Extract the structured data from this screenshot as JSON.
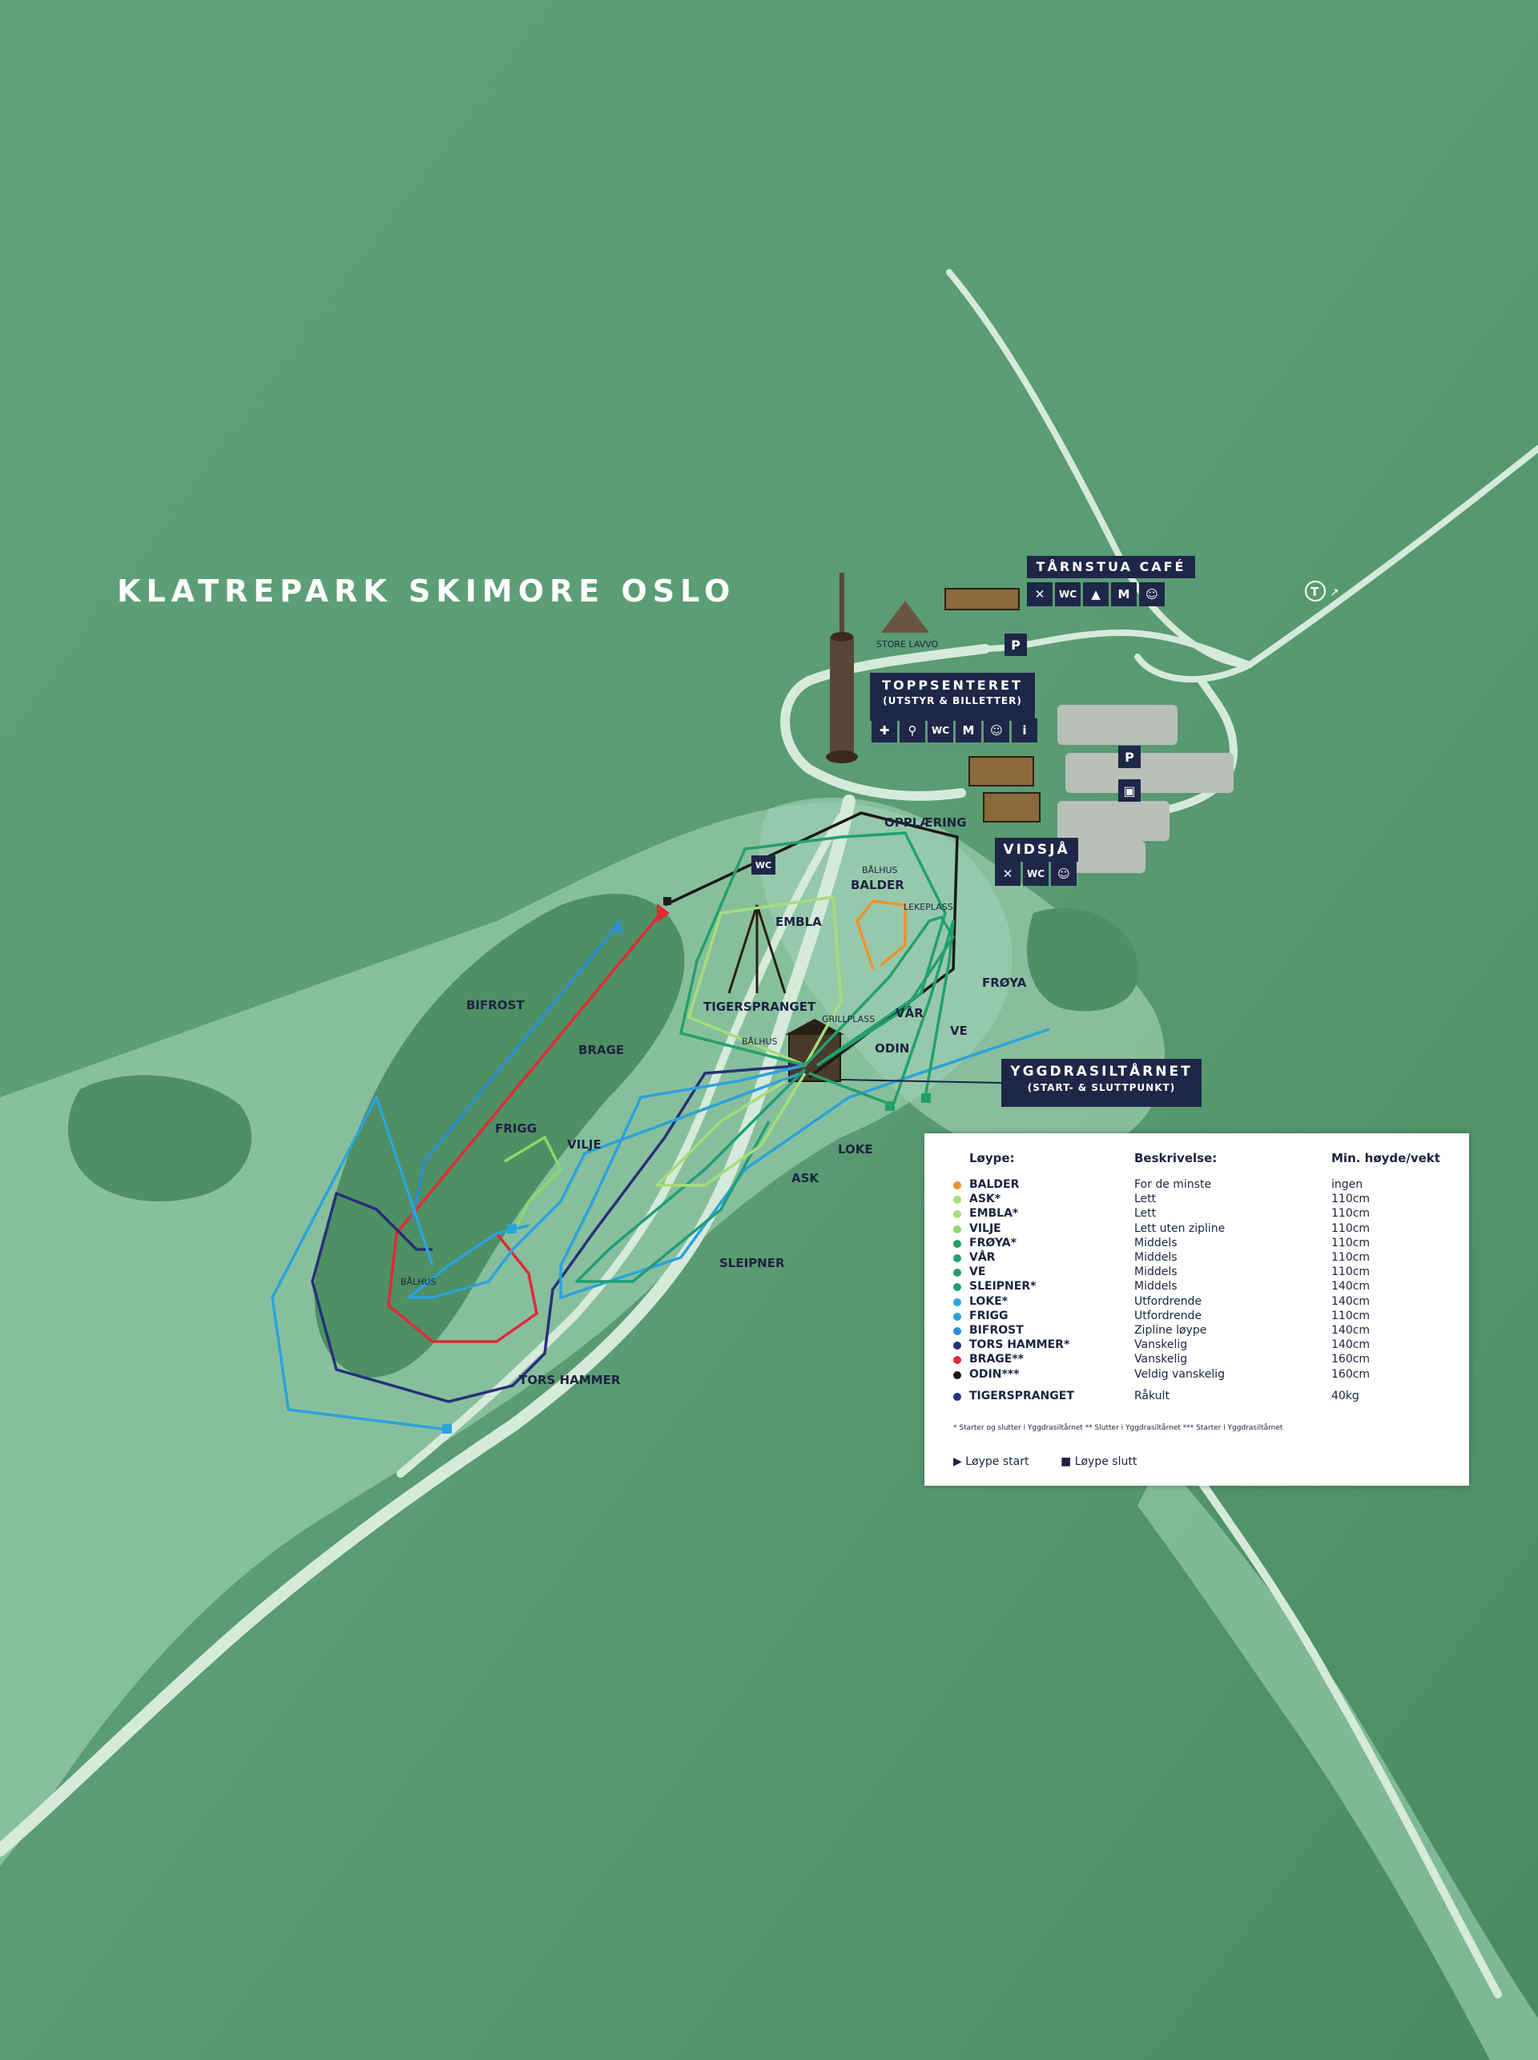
{
  "title": "KLATREPARK SKIMORE OSLO",
  "colors": {
    "background": "#4f9468",
    "valley": "#8fc5a4",
    "forest": "#4e8f63",
    "road": "#d6eadc",
    "navy": "#1f2748"
  },
  "places": {
    "tarnstua": {
      "label": "TÅRNSTUA CAFÉ",
      "icons": [
        "cutlery-icon",
        "wc-icon",
        "tent-icon",
        "m-icon",
        "baby-icon"
      ]
    },
    "toppsenteret": {
      "label": "TOPPSENTERET",
      "sublabel": "(UTSTYR & BILLETTER)",
      "icons": [
        "first-aid-icon",
        "bike-icon",
        "wc-icon",
        "m-icon",
        "baby-icon",
        "info-icon"
      ]
    },
    "vidsja": {
      "label": "VIDSJÅ",
      "icons": [
        "cutlery-icon",
        "wc-icon",
        "baby-icon"
      ]
    },
    "yggdrasil": {
      "label": "YGGDRASILTÅRNET",
      "sublabel": "(START- & SLUTTPUNKT)"
    },
    "store_lavvo": "STORE LAVVO",
    "opplaering": "OPPLÆRING",
    "lekeplass": "LEKEPLASS",
    "grillplass": "GRILLPLASS",
    "balhus": "BÅLHUS",
    "parking": "P",
    "wc": "WC",
    "metro": "T"
  },
  "trail_labels": {
    "bifrost": "BIFROST",
    "brage": "BRAGE",
    "frigg": "FRIGG",
    "vilje": "VILJE",
    "embla": "EMBLA",
    "balder": "BALDER",
    "tigerspranget": "TIGERSPRANGET",
    "var": "VÅR",
    "odin": "ODIN",
    "ve": "VE",
    "froya": "FRØYA",
    "loke": "LOKE",
    "ask": "ASK",
    "sleipner": "SLEIPNER",
    "tors_hammer": "TORS HAMMER"
  },
  "legend": {
    "head_name": "Løype:",
    "head_desc": "Beskrivelse:",
    "head_min": "Min. høyde/vekt",
    "rows": [
      {
        "name": "BALDER",
        "desc": "For de minste",
        "min": "ingen",
        "color": "#f0922b"
      },
      {
        "name": "ASK*",
        "desc": "Lett",
        "min": "110cm",
        "color": "#a8dc7a"
      },
      {
        "name": "EMBLA*",
        "desc": "Lett",
        "min": "110cm",
        "color": "#a8dc7a"
      },
      {
        "name": "VILJE",
        "desc": "Lett uten zipline",
        "min": "110cm",
        "color": "#8fd66b"
      },
      {
        "name": "FRØYA*",
        "desc": "Middels",
        "min": "110cm",
        "color": "#23a06b"
      },
      {
        "name": "VÅR",
        "desc": "Middels",
        "min": "110cm",
        "color": "#23a06b"
      },
      {
        "name": "VE",
        "desc": "Middels",
        "min": "110cm",
        "color": "#23a06b"
      },
      {
        "name": "SLEIPNER*",
        "desc": "Middels",
        "min": "140cm",
        "color": "#1f9e78"
      },
      {
        "name": "LOKE*",
        "desc": "Utfordrende",
        "min": "140cm",
        "color": "#2ba3dc"
      },
      {
        "name": "FRIGG",
        "desc": "Utfordrende",
        "min": "110cm",
        "color": "#2ba3dc"
      },
      {
        "name": "BIFROST",
        "desc": "Zipline løype",
        "min": "140cm",
        "color": "#2a8fd2"
      },
      {
        "name": "TORS HAMMER*",
        "desc": "Vanskelig",
        "min": "140cm",
        "color": "#27307a"
      },
      {
        "name": "BRAGE**",
        "desc": "Vanskelig",
        "min": "160cm",
        "color": "#e02a36"
      },
      {
        "name": "ODIN***",
        "desc": "Veldig vanskelig",
        "min": "160cm",
        "color": "#1a1a1a"
      }
    ],
    "extra": {
      "name": "TIGERSPRANGET",
      "desc": "Råkult",
      "min": "40kg",
      "color": "#27307a"
    },
    "footnote": "* Starter og slutter i Yggdrasiltårnet    ** Slutter i Yggdrasiltårnet    *** Starter i Yggdrasiltårnet",
    "key_start": "Løype start",
    "key_end": "Løype slutt"
  }
}
